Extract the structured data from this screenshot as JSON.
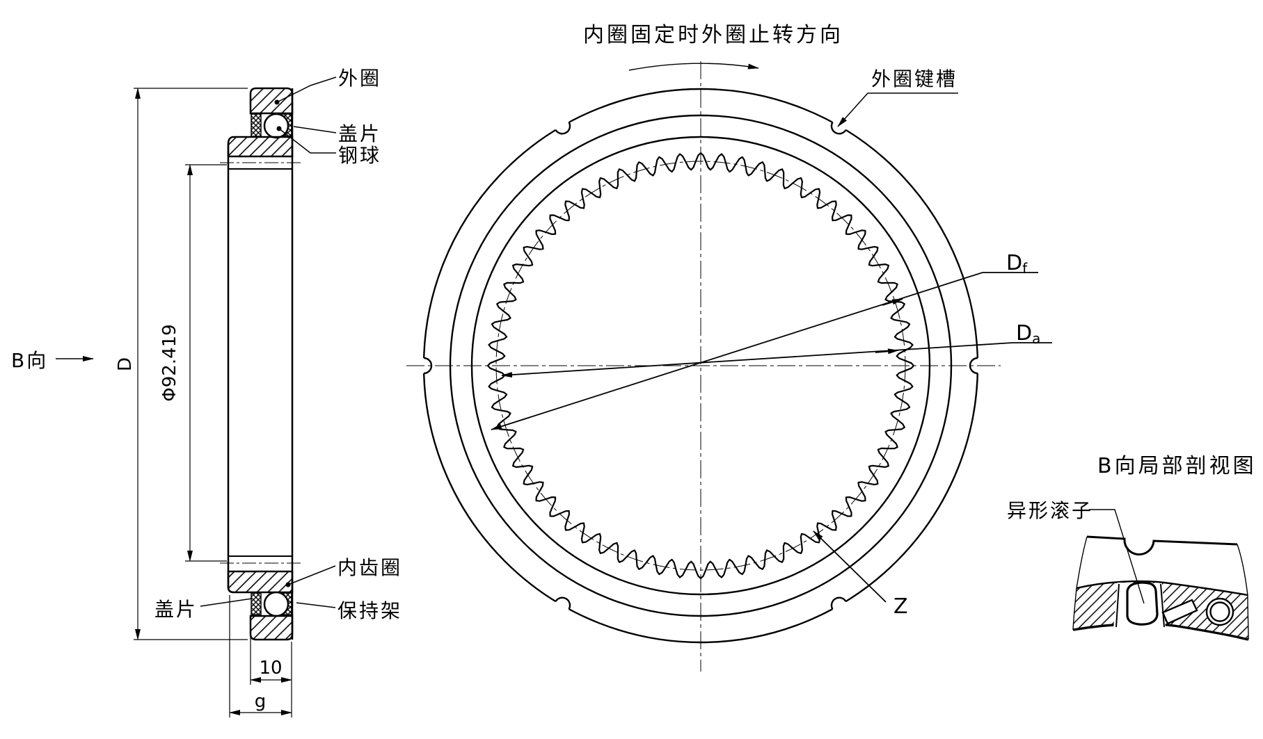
{
  "top_note": "内圈固定时外圈止转方向",
  "front_view": {
    "keyway_label": "外圈键槽",
    "root_dia_symbol": "D",
    "root_dia_sub": "f",
    "tip_dia_symbol": "D",
    "tip_dia_sub": "a",
    "tooth_label": "Z"
  },
  "section_view": {
    "outer_ring": "外圈",
    "cover_plate_top": "盖片",
    "steel_ball": "钢球",
    "inner_gear_ring": "内齿圈",
    "cover_plate_bottom": "盖片",
    "cage": "保持架",
    "outer_dia": "D",
    "gear_dia": "Φ92.419",
    "outer_ring_width": "10",
    "total_width": "g",
    "view_dir": "B向"
  },
  "detail_view": {
    "title": "B向局部剖视图",
    "roller": "异形滚子"
  }
}
